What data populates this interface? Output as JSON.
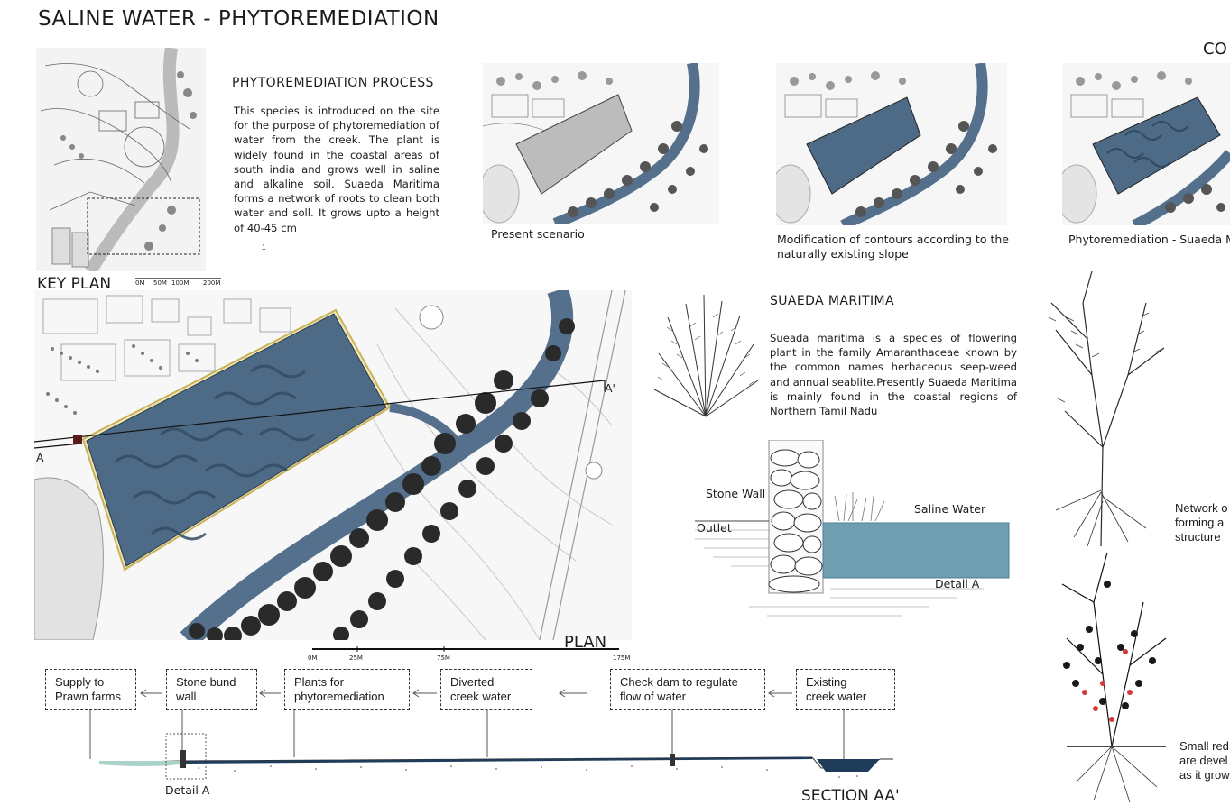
{
  "title": "SALINE WATER - PHYTOREMEDIATION",
  "corner_heading": "CO",
  "process": {
    "heading": "PHYTOREMEDIATION PROCESS",
    "text": "This species is introduced on the site for the purpose of phytoremediation of water from the creek. The plant is widely found in the coastal areas of south india and grows well in saline and alkaline soil. Suaeda Maritima forms a network of roots to clean both water and soll. It grows upto a height of 40-45 cm",
    "footnote": "1"
  },
  "key_plan": {
    "label": "KEY PLAN",
    "scale_ticks": [
      "0M",
      "50M",
      "100M",
      "200M"
    ]
  },
  "stages": [
    {
      "caption": "Present scenario"
    },
    {
      "caption": "Modification of contours according to the naturally existing slope"
    },
    {
      "caption": "Phytoremediation - Suaeda M"
    }
  ],
  "plan": {
    "label": "PLAN",
    "section_marker_left": "A",
    "section_marker_right": "A'",
    "scale_ticks": [
      "0M",
      "25M",
      "75M",
      "175M"
    ]
  },
  "suaeda": {
    "heading": "SUAEDA MARITIMA",
    "text": "Sueada maritima is a species of flowering plant in the family Amaranthaceae known by the common names herbaceous seep-weed and annual seablite.Presently Suaeda Maritima is mainly found in the coastal regions of Northern Tamil Nadu"
  },
  "detail": {
    "stone_wall": "Stone Wall",
    "outlet": "Outlet",
    "saline_water": "Saline Water",
    "detail_label": "Detail A"
  },
  "right_notes": {
    "note1": "Network o\nforming a\nstructure",
    "note2": "Small red\nare devel\nas it grow"
  },
  "flow": {
    "boxes": [
      {
        "text": "Supply to\nPrawn farms"
      },
      {
        "text": "Stone bund\nwall"
      },
      {
        "text": "Plants for\nphytoremediation"
      },
      {
        "text": "Diverted\ncreek water"
      },
      {
        "text": "Check dam to regulate\nflow of water"
      },
      {
        "text": "Existing\ncreek water"
      }
    ]
  },
  "section": {
    "label": "SECTION AA'",
    "detail_label": "Detail A"
  },
  "colors": {
    "water_blue": "#4d6a86",
    "creek_blue": "#54708c",
    "section_water": "#1f3d5a",
    "detail_water": "#6f9eb0",
    "supply_water": "#a9d3c8"
  }
}
